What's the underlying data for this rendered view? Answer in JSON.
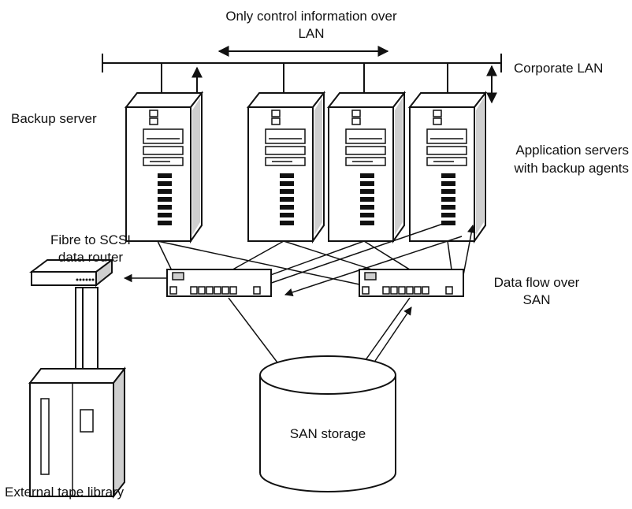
{
  "labels": {
    "lan_note_line1": "Only control information over",
    "lan_note_line2": "LAN",
    "corporate_lan": "Corporate LAN",
    "backup_server": "Backup server",
    "app_servers_line1": "Application servers",
    "app_servers_line2": "with backup agents",
    "router_line1": "Fibre to SCSI",
    "router_line2": "data router",
    "data_flow_line1": "Data flow over",
    "data_flow_line2": "SAN",
    "san_storage": "SAN storage",
    "tape_library": "External tape library"
  },
  "colors": {
    "stroke": "#111111",
    "fill": "#ffffff",
    "shade": "#cfcfcf"
  }
}
